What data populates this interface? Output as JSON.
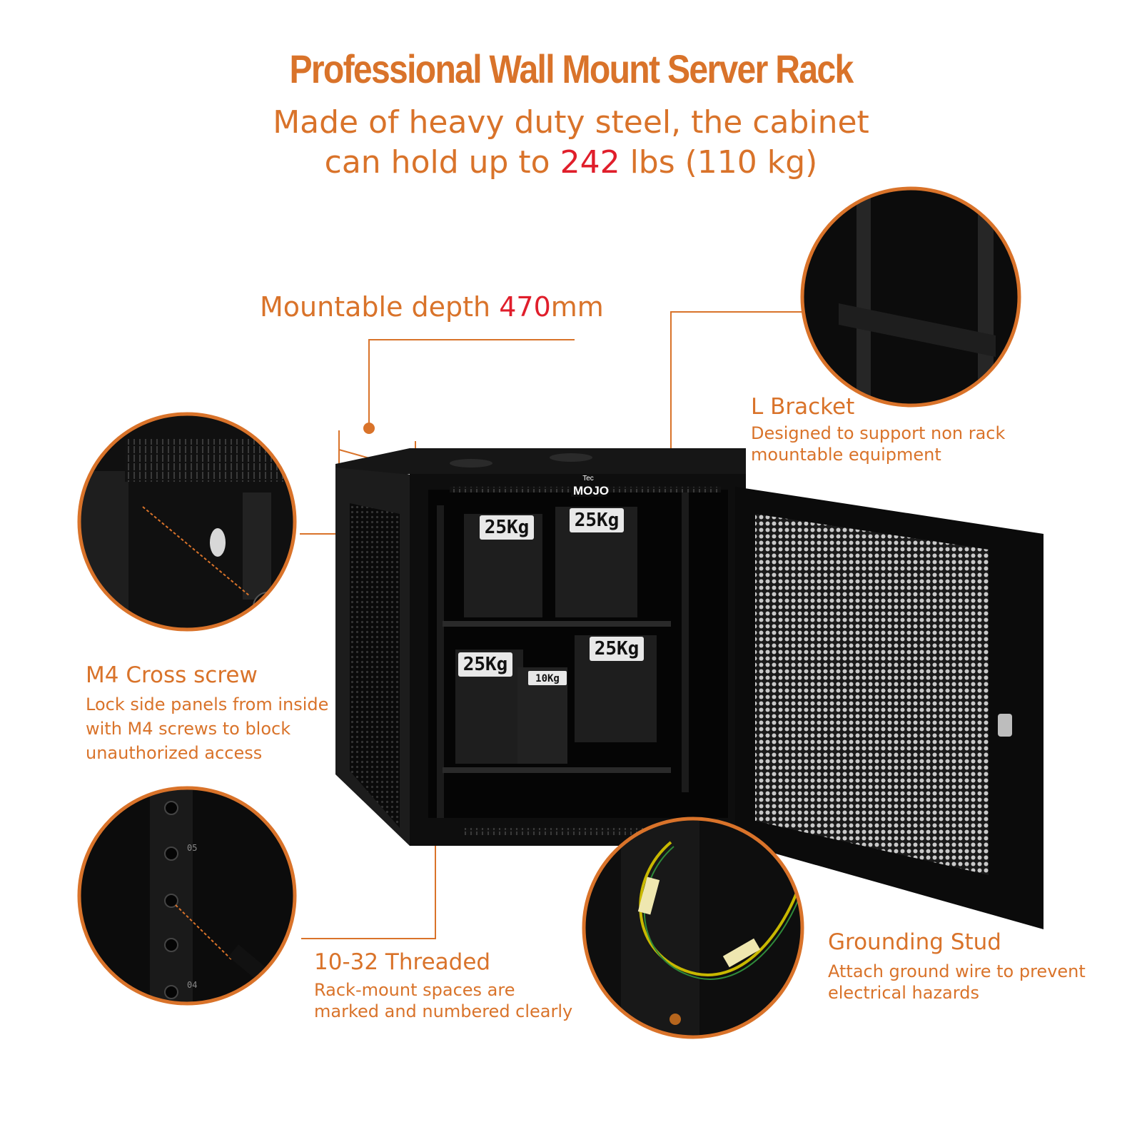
{
  "header": {
    "title": "Professional Wall Mount Server Rack",
    "subtitle_line1": "Made of heavy duty steel, the cabinet",
    "subtitle_line2_pre": "can hold up to ",
    "subtitle_line2_num": "242",
    "subtitle_line2_post": " lbs (110 kg)"
  },
  "depth": {
    "pre": "Mountable depth ",
    "num": "470",
    "unit": "mm"
  },
  "callouts": {
    "l_bracket": {
      "title": "L Bracket",
      "desc1": "Designed to support non rack",
      "desc2": "mountable equipment"
    },
    "m4": {
      "title": "M4 Cross screw",
      "desc1": "Lock side panels from inside",
      "desc2": "with M4 screws to block",
      "desc3": "unauthorized access"
    },
    "threaded": {
      "title": "10-32 Threaded",
      "desc1": "Rack-mount spaces are",
      "desc2": "marked and numbered clearly"
    },
    "grounding": {
      "title": "Grounding Stud",
      "desc1": "Attach ground wire to prevent",
      "desc2": "electrical hazards"
    }
  },
  "product": {
    "brand_small": "Tec",
    "brand": "MOJO",
    "weights": [
      "25Kg",
      "25Kg",
      "25Kg",
      "25Kg",
      "10Kg"
    ],
    "rail_marks": [
      "05",
      "04"
    ]
  },
  "colors": {
    "accent": "#d9732a",
    "highlight": "#e01e2b",
    "cabinet": "#111111"
  }
}
